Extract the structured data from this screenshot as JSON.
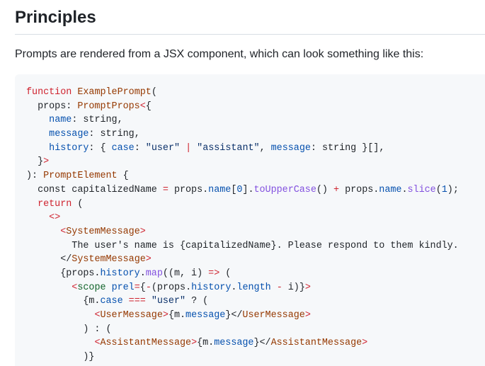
{
  "section": {
    "heading": "Principles",
    "intro": "Prompts are rendered from a JSX component, which can look something like this:"
  },
  "code_lines": [
    [
      {
        "text": "function",
        "cls": "k"
      },
      {
        "text": " ",
        "cls": ""
      },
      {
        "text": "ExamplePrompt",
        "cls": "f"
      },
      {
        "text": "(",
        "cls": ""
      }
    ],
    [
      {
        "text": "  props",
        "cls": ""
      },
      {
        "text": ": ",
        "cls": ""
      },
      {
        "text": "PromptProps",
        "cls": "f"
      },
      {
        "text": "<",
        "cls": "k"
      },
      {
        "text": "{",
        "cls": ""
      }
    ],
    [
      {
        "text": "    ",
        "cls": ""
      },
      {
        "text": "name",
        "cls": "c"
      },
      {
        "text": ": string,",
        "cls": ""
      }
    ],
    [
      {
        "text": "    ",
        "cls": ""
      },
      {
        "text": "message",
        "cls": "c"
      },
      {
        "text": ": string,",
        "cls": ""
      }
    ],
    [
      {
        "text": "    ",
        "cls": ""
      },
      {
        "text": "history",
        "cls": "c"
      },
      {
        "text": ": { ",
        "cls": ""
      },
      {
        "text": "case",
        "cls": "c"
      },
      {
        "text": ": ",
        "cls": ""
      },
      {
        "text": "\"user\"",
        "cls": "s"
      },
      {
        "text": " ",
        "cls": ""
      },
      {
        "text": "|",
        "cls": "k"
      },
      {
        "text": " ",
        "cls": ""
      },
      {
        "text": "\"assistant\"",
        "cls": "s"
      },
      {
        "text": ", ",
        "cls": ""
      },
      {
        "text": "message",
        "cls": "c"
      },
      {
        "text": ": string }[],",
        "cls": ""
      }
    ],
    [
      {
        "text": "  }",
        "cls": ""
      },
      {
        "text": ">",
        "cls": "k"
      }
    ],
    [
      {
        "text": "): ",
        "cls": ""
      },
      {
        "text": "PromptElement",
        "cls": "f"
      },
      {
        "text": " {",
        "cls": ""
      }
    ],
    [
      {
        "text": "  const capitalizedName ",
        "cls": ""
      },
      {
        "text": "=",
        "cls": "k"
      },
      {
        "text": " props.",
        "cls": ""
      },
      {
        "text": "name",
        "cls": "c"
      },
      {
        "text": "[",
        "cls": ""
      },
      {
        "text": "0",
        "cls": "c"
      },
      {
        "text": "].",
        "cls": ""
      },
      {
        "text": "toUpperCase",
        "cls": "p"
      },
      {
        "text": "() ",
        "cls": ""
      },
      {
        "text": "+",
        "cls": "k"
      },
      {
        "text": " props.",
        "cls": ""
      },
      {
        "text": "name",
        "cls": "c"
      },
      {
        "text": ".",
        "cls": ""
      },
      {
        "text": "slice",
        "cls": "p"
      },
      {
        "text": "(",
        "cls": ""
      },
      {
        "text": "1",
        "cls": "c"
      },
      {
        "text": ");",
        "cls": ""
      }
    ],
    [
      {
        "text": "  ",
        "cls": ""
      },
      {
        "text": "return",
        "cls": "k"
      },
      {
        "text": " (",
        "cls": ""
      }
    ],
    [
      {
        "text": "    ",
        "cls": ""
      },
      {
        "text": "<>",
        "cls": "k"
      }
    ],
    [
      {
        "text": "      ",
        "cls": ""
      },
      {
        "text": "<",
        "cls": "k"
      },
      {
        "text": "SystemMessage",
        "cls": "f"
      },
      {
        "text": ">",
        "cls": "k"
      }
    ],
    [
      {
        "text": "        The user's name is {capitalizedName}. Please respond to them kindly.",
        "cls": ""
      }
    ],
    [
      {
        "text": "      ",
        "cls": ""
      },
      {
        "text": "</",
        "cls": ""
      },
      {
        "text": "SystemMessage",
        "cls": "f"
      },
      {
        "text": ">",
        "cls": "k"
      }
    ],
    [
      {
        "text": "      {props.",
        "cls": ""
      },
      {
        "text": "history",
        "cls": "c"
      },
      {
        "text": ".",
        "cls": ""
      },
      {
        "text": "map",
        "cls": "p"
      },
      {
        "text": "((m, i) ",
        "cls": ""
      },
      {
        "text": "=>",
        "cls": "k"
      },
      {
        "text": " (",
        "cls": ""
      }
    ],
    [
      {
        "text": "        ",
        "cls": ""
      },
      {
        "text": "<",
        "cls": "k"
      },
      {
        "text": "scope",
        "cls": "t"
      },
      {
        "text": " ",
        "cls": ""
      },
      {
        "text": "prel",
        "cls": "c"
      },
      {
        "text": "=",
        "cls": "k"
      },
      {
        "text": "{",
        "cls": ""
      },
      {
        "text": "-",
        "cls": "k"
      },
      {
        "text": "(props.",
        "cls": ""
      },
      {
        "text": "history",
        "cls": "c"
      },
      {
        "text": ".",
        "cls": ""
      },
      {
        "text": "length",
        "cls": "c"
      },
      {
        "text": " ",
        "cls": ""
      },
      {
        "text": "-",
        "cls": "k"
      },
      {
        "text": " i)}",
        "cls": ""
      },
      {
        "text": ">",
        "cls": "k"
      }
    ],
    [
      {
        "text": "          {m.",
        "cls": ""
      },
      {
        "text": "case",
        "cls": "c"
      },
      {
        "text": " ",
        "cls": ""
      },
      {
        "text": "===",
        "cls": "k"
      },
      {
        "text": " ",
        "cls": ""
      },
      {
        "text": "\"user\"",
        "cls": "s"
      },
      {
        "text": " ? (",
        "cls": ""
      }
    ],
    [
      {
        "text": "            ",
        "cls": ""
      },
      {
        "text": "<",
        "cls": "k"
      },
      {
        "text": "UserMessage",
        "cls": "f"
      },
      {
        "text": ">",
        "cls": "k"
      },
      {
        "text": "{m.",
        "cls": ""
      },
      {
        "text": "message",
        "cls": "c"
      },
      {
        "text": "}</",
        "cls": ""
      },
      {
        "text": "UserMessage",
        "cls": "f"
      },
      {
        "text": ">",
        "cls": "k"
      }
    ],
    [
      {
        "text": "          ) : (",
        "cls": ""
      }
    ],
    [
      {
        "text": "            ",
        "cls": ""
      },
      {
        "text": "<",
        "cls": "k"
      },
      {
        "text": "AssistantMessage",
        "cls": "f"
      },
      {
        "text": ">",
        "cls": "k"
      },
      {
        "text": "{m.",
        "cls": ""
      },
      {
        "text": "message",
        "cls": "c"
      },
      {
        "text": "}</",
        "cls": ""
      },
      {
        "text": "AssistantMessage",
        "cls": "f"
      },
      {
        "text": ">",
        "cls": "k"
      }
    ],
    [
      {
        "text": "          )}",
        "cls": ""
      }
    ]
  ]
}
